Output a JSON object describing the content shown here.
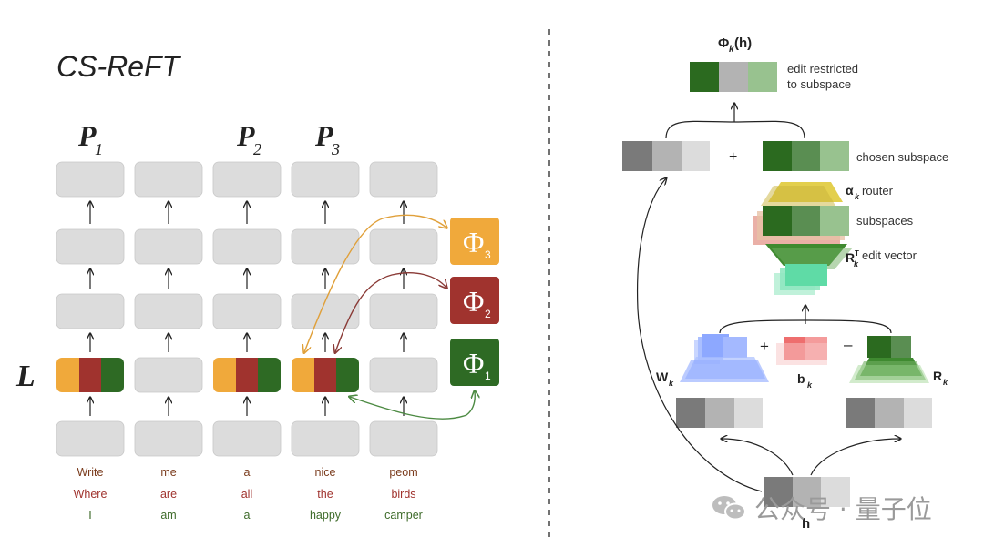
{
  "left": {
    "title": "CS-ReFT",
    "layer_label": "L",
    "positions": [
      {
        "letter": "P",
        "sub": "1"
      },
      {
        "letter": "P",
        "sub": "2"
      },
      {
        "letter": "P",
        "sub": "3"
      }
    ],
    "phis": [
      {
        "symbol": "Φ",
        "sub": "3",
        "color": "#f0a93b"
      },
      {
        "symbol": "Φ",
        "sub": "2",
        "color": "#a0332e"
      },
      {
        "symbol": "Φ",
        "sub": "1",
        "color": "#2e6a24"
      }
    ],
    "sentences": [
      {
        "words": [
          "Write",
          "me",
          "a",
          "nice",
          "peom"
        ],
        "color": "#7a3b1c"
      },
      {
        "words": [
          "Where",
          "are",
          "all",
          "the",
          "birds"
        ],
        "color": "#a0332e"
      },
      {
        "words": [
          "I",
          "am",
          "a",
          "happy",
          "camper"
        ],
        "color": "#3e6b2a"
      }
    ]
  },
  "right": {
    "output_label": {
      "main": "Φ",
      "sub": "k",
      "arg": "(h)"
    },
    "edit_restricted": {
      "line1": "edit restricted",
      "line2": "to subspace"
    },
    "plus": "+",
    "chosen_subspace": "chosen subspace",
    "router": {
      "sym": "α",
      "sub": "k",
      "text": " router"
    },
    "subspaces": "subspaces",
    "edit_vector": {
      "sym": "R",
      "sup": "T",
      "sub": "k",
      "text": " edit vector"
    },
    "w_label": {
      "sym": "W",
      "sub": "k"
    },
    "b_label": {
      "sym": "b",
      "sub": "k"
    },
    "r_label": {
      "sym": "R",
      "sub": "k"
    },
    "plus2": "+",
    "minus": "–",
    "h_label": "h"
  },
  "watermark": {
    "text": "公众号 · 量子位"
  },
  "colors": {
    "orange": "#f0a93b",
    "red": "#a0332e",
    "green": "#2e6a24",
    "gray_box": "#dcdcdc",
    "dark_green": "#2b6a1f",
    "mid_green": "#5a8e52",
    "light_green": "#98c28f"
  }
}
